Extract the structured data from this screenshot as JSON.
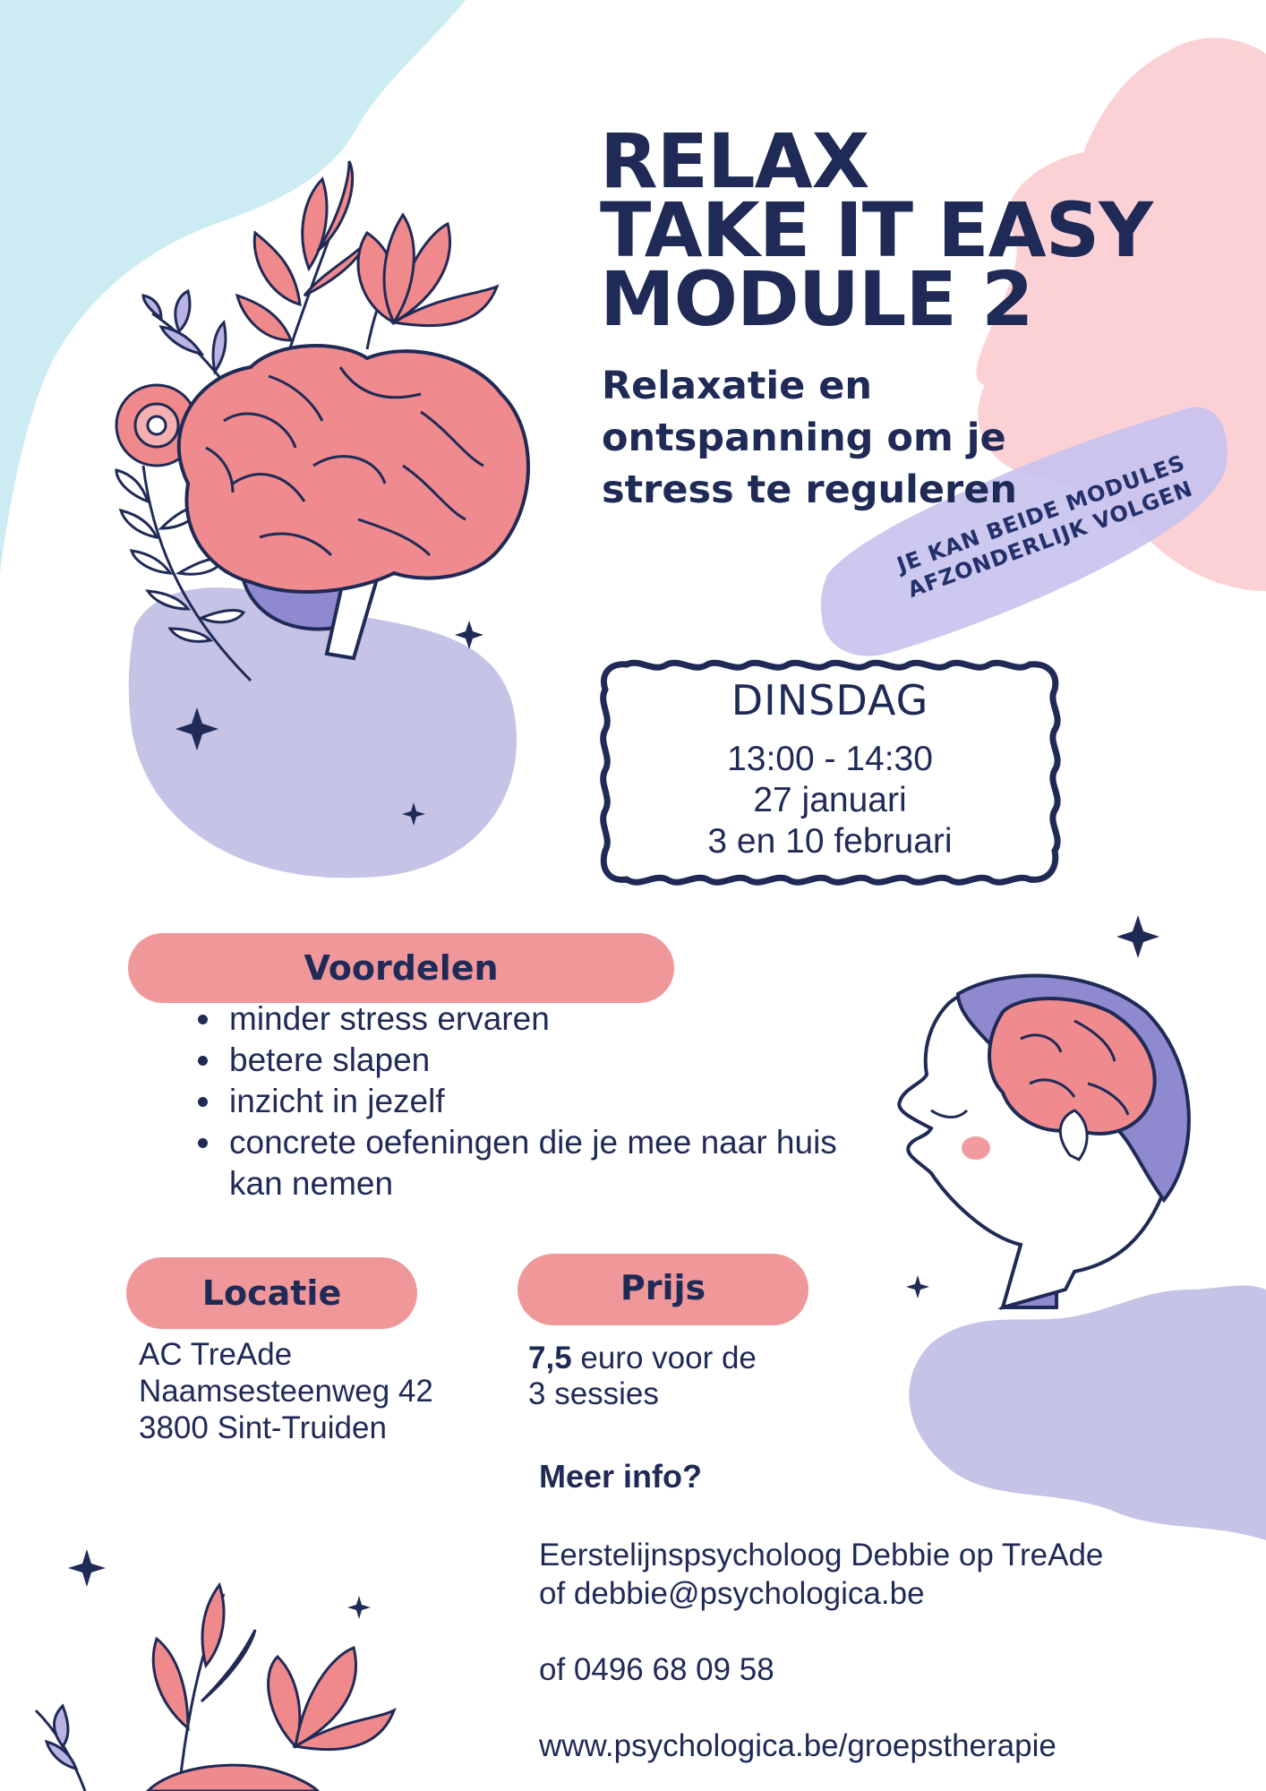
{
  "title": {
    "line1": "RELAX",
    "line2": "TAKE IT EASY",
    "line3": "MODULE 2"
  },
  "subtitle": {
    "line1": "Relaxatie en",
    "line2": "ontspanning om je",
    "line3": "stress te reguleren"
  },
  "stamp": {
    "line1": "JE KAN BEIDE MODULES",
    "line2": "AFZONDERLIJK VOLGEN"
  },
  "schedule": {
    "day": "DINSDAG",
    "time": "13:00 - 14:30",
    "date1": "27 januari",
    "date2": "3 en 10 februari"
  },
  "benefits": {
    "heading": "Voordelen",
    "items": [
      "minder stress ervaren",
      "betere slapen",
      "inzicht in jezelf",
      "concrete oefeningen die je mee naar huis kan nemen"
    ]
  },
  "location": {
    "heading": "Locatie",
    "line1": "AC TreAde",
    "line2": "Naamsesteenweg 42",
    "line3": "3800 Sint-Truiden"
  },
  "price": {
    "heading": "Prijs",
    "amount": "7,5",
    "line1_rest": " euro voor de",
    "line2": "3 sessies"
  },
  "info": {
    "heading": "Meer info?",
    "line1": "Eerstelijnspsycholoog Debbie op TreAde",
    "line2": "of debbie@psychologica.be",
    "line3": "of 0496 68 09 58",
    "line4": "www.psychologica.be/groepstherapie"
  },
  "colors": {
    "navy": "#1f2a56",
    "pink": "#f0979a",
    "lavender": "#c5c3e6",
    "light_blue": "#cdebf2",
    "light_pink": "#fcd1d6"
  }
}
